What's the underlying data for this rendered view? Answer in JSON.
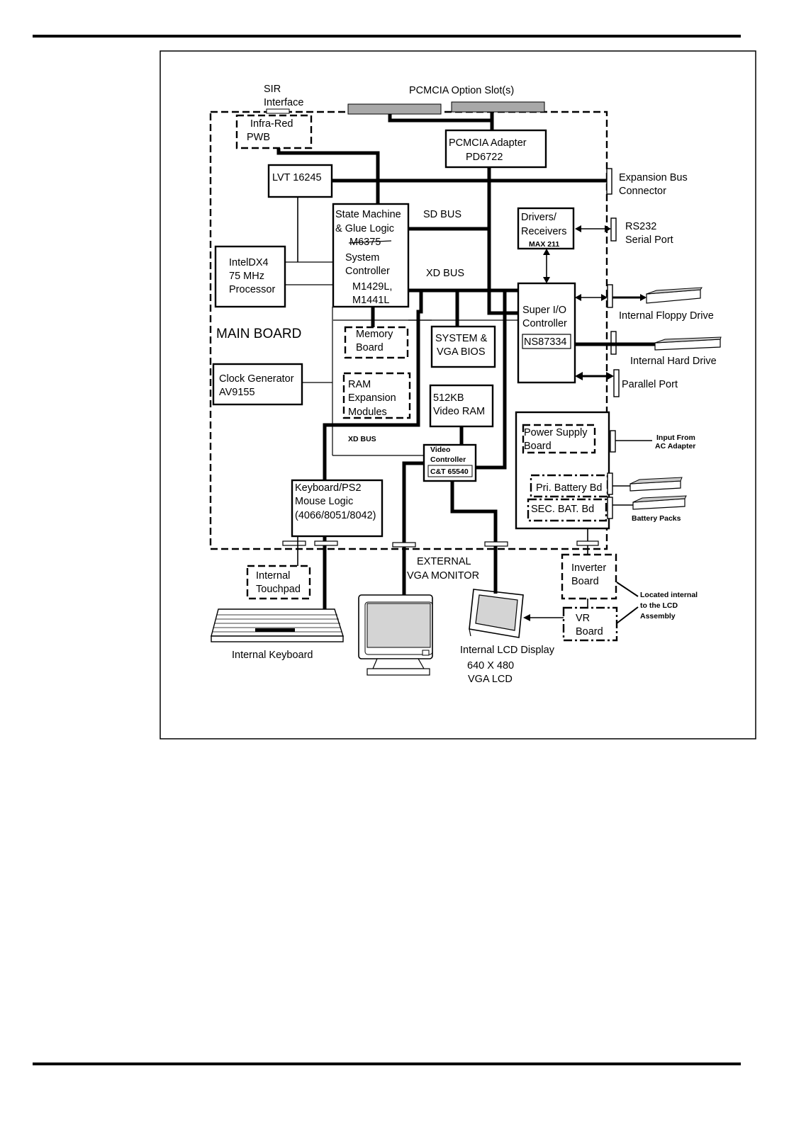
{
  "labels": {
    "pcmcia_slots": "PCMCIA Option Slot(s)",
    "sir_1": "SIR",
    "sir_2": "Interface",
    "infrared_1": "Infra-Red",
    "infrared_2": "PWB",
    "pcmcia_adapter_1": "PCMCIA Adapter",
    "pcmcia_adapter_2": "PD6722",
    "expansion_bus_1": "Expansion Bus",
    "expansion_bus_2": "Connector",
    "lvt": "LVT 16245",
    "state_machine_1": "State Machine",
    "state_machine_2": "& Glue Logic",
    "state_machine_3": "M6375",
    "system_controller_1": "System",
    "system_controller_2": "Controller",
    "system_controller_3": "M1429L,",
    "system_controller_4": "M1441L",
    "sd_bus": "SD BUS",
    "xd_bus": "XD BUS",
    "xd_bus_small": "XD BUS",
    "drivers_1": "Drivers/",
    "drivers_2": "Receivers",
    "drivers_3": "MAX 211",
    "rs232_1": "RS232",
    "rs232_2": "Serial Port",
    "cpu_1": "IntelDX4",
    "cpu_2": "75 MHz",
    "cpu_3": "Processor",
    "main_board": "MAIN BOARD",
    "super_io_1": "Super I/O",
    "super_io_2": "Controller",
    "super_io_3": "NS87334",
    "floppy": "Internal Floppy Drive",
    "hard_drive": "Internal Hard Drive",
    "parallel": "Parallel Port",
    "memory_board_1": "Memory",
    "memory_board_2": "Board",
    "system_bios_1": "SYSTEM &",
    "system_bios_2": "VGA BIOS",
    "clock_1": "Clock Generator",
    "clock_2": "AV9155",
    "ram_1": "RAM",
    "ram_2": "Expansion",
    "ram_3": "Modules",
    "video_ram_1": "512KB",
    "video_ram_2": "Video RAM",
    "power_supply_1": "Power Supply",
    "power_supply_2": "Board",
    "input_ac_1": "Input From",
    "input_ac_2": "AC Adapter",
    "video_ctrl_1": "Video",
    "video_ctrl_2": "Controller",
    "video_ctrl_3": "C&T 65540",
    "keyboard_logic_1": "Keyboard/PS2",
    "keyboard_logic_2": "Mouse Logic",
    "keyboard_logic_3": "(4066/8051/8042)",
    "pri_battery": "Pri. Battery Bd",
    "sec_battery": "SEC. BAT. Bd",
    "battery_packs": "Battery Packs",
    "ext_vga_1": "EXTERNAL",
    "ext_vga_2": "VGA MONITOR",
    "inverter_1": "Inverter",
    "inverter_2": "Board",
    "located_1": "Located internal",
    "located_2": "to the LCD",
    "located_3": "Assembly",
    "vr_1": "VR",
    "vr_2": "Board",
    "touchpad_1": "Internal",
    "touchpad_2": "Touchpad",
    "keyboard": "Internal Keyboard",
    "lcd_1": "Internal LCD Display",
    "lcd_2": "640 X 480",
    "lcd_3": "VGA LCD"
  },
  "colors": {
    "line": "#000000",
    "slot_fill": "#a8a8a8",
    "screen_fill": "#d4d4d4",
    "page": "#ffffff"
  }
}
